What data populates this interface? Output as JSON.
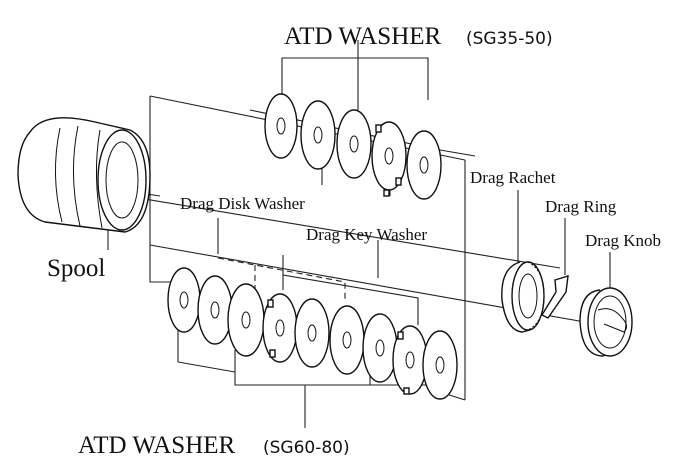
{
  "labels": {
    "atd_top_title": "ATD WASHER",
    "atd_top_model": "(SG35-50)",
    "atd_bottom_title": "ATD WASHER",
    "atd_bottom_model": "(SG60-80)",
    "spool": "Spool",
    "drag_disk_washer": "Drag Disk Washer",
    "drag_key_washer": "Drag Key Washer",
    "drag_rachet": "Drag Rachet",
    "drag_ring": "Drag Ring",
    "drag_knob": "Drag Knob"
  }
}
